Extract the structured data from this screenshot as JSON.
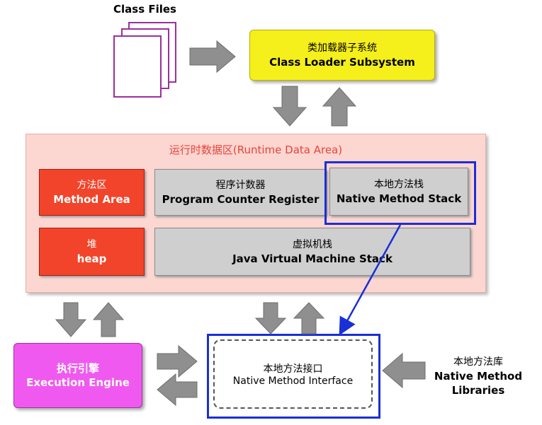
{
  "class_files": {
    "label": "Class Files"
  },
  "class_loader": {
    "zh": "类加载器子系统",
    "en": "Class Loader Subsystem",
    "color": "#f5ef1b"
  },
  "runtime": {
    "title": "运行时数据区(Runtime Data Area)",
    "bg": "#fcd6d1",
    "title_color": "#e8443a",
    "method_area": {
      "zh": "方法区",
      "en": "Method Area"
    },
    "pc_register": {
      "zh": "程序计数器",
      "en": "Program Counter Register"
    },
    "native_stack": {
      "zh": "本地方法栈",
      "en": "Native Method Stack"
    },
    "heap": {
      "zh": "堆",
      "en": "heap"
    },
    "jvm_stack": {
      "zh": "虚拟机栈",
      "en": "Java Virtual Machine Stack"
    }
  },
  "execution_engine": {
    "zh": "执行引擎",
    "en": "Execution Engine",
    "color": "#f059f0"
  },
  "native_interface": {
    "zh": "本地方法接口",
    "en": "Native Method Interface"
  },
  "native_libraries": {
    "zh": "本地方法库",
    "en1": "Native Method",
    "en2": "Libraries"
  },
  "colors": {
    "red_box": "#f2442a",
    "gray_box": "#cfcfcf",
    "highlight_blue": "#1a2fd6",
    "arrow_gray": "#8f8f8f"
  }
}
